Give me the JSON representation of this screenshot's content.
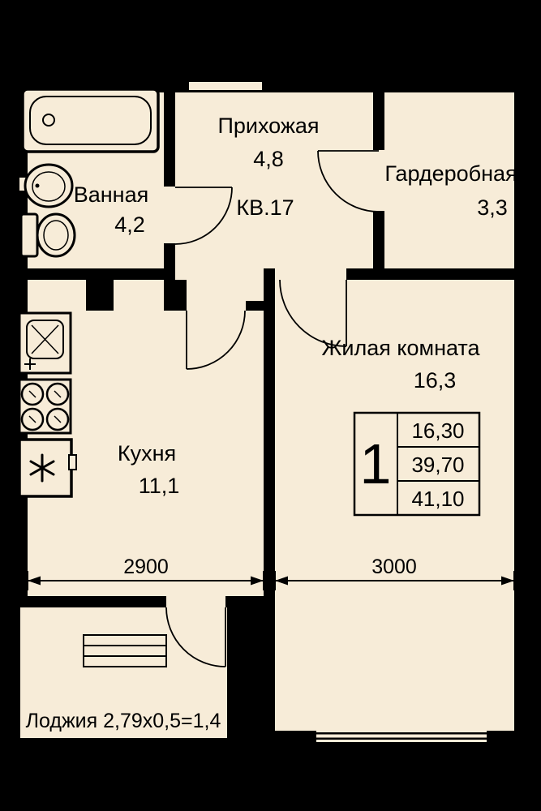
{
  "colors": {
    "canvas": "#000000",
    "floor": "#f7ecd8",
    "ink": "#000000"
  },
  "unit": {
    "label": "КВ.17"
  },
  "rooms": {
    "hallway": {
      "name": "Прихожая",
      "area": "4,8"
    },
    "bathroom": {
      "name": "Ванная",
      "area": "4,2"
    },
    "wardrobe": {
      "name": "Гардеробная",
      "area": "3,3"
    },
    "living": {
      "name": "Жилая комната",
      "area": "16,3"
    },
    "kitchen": {
      "name": "Кухня",
      "area": "11,1"
    },
    "loggia": {
      "label": "Лоджия 2,79х0,5=1,4"
    }
  },
  "dimensions": {
    "kitchen_width_mm": "2900",
    "living_width_mm": "3000"
  },
  "summary": {
    "rooms_count": "1",
    "living_area": "16,30",
    "area_without_loggia": "39,70",
    "total_area": "41,10"
  }
}
